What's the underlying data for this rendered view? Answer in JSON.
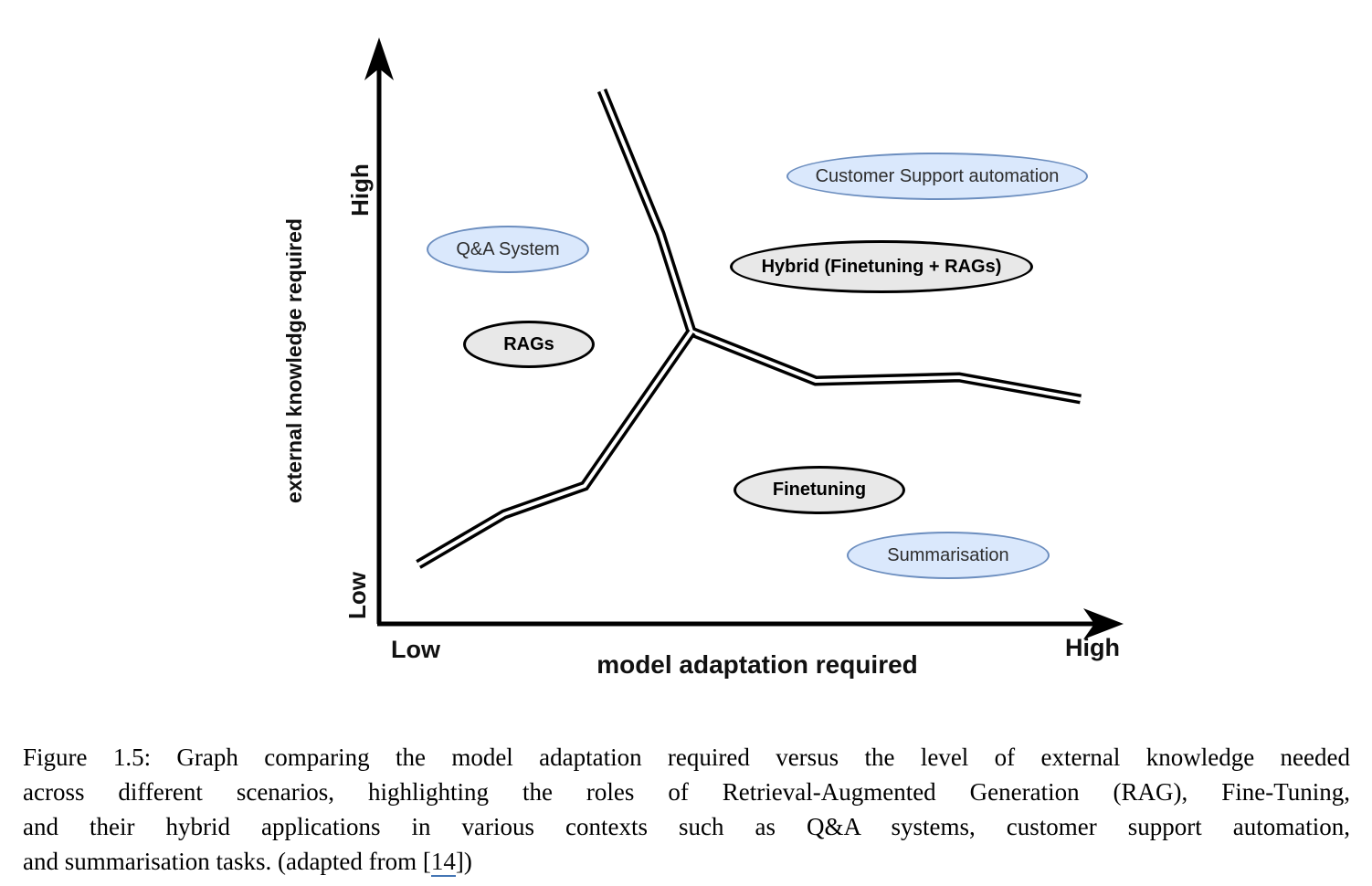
{
  "figure": {
    "axes": {
      "y_label": "external knowledge required",
      "y_high": "High",
      "y_low": "Low",
      "x_label": "model adaptation required",
      "x_low": "Low",
      "x_high": "High"
    },
    "nodes": [
      {
        "label": "Q&A System",
        "style": "blue"
      },
      {
        "label": "Customer Support automation",
        "style": "blue"
      },
      {
        "label": "Hybrid (Finetuning + RAGs)",
        "style": "gray"
      },
      {
        "label": "RAGs",
        "style": "gray"
      },
      {
        "label": "Finetuning",
        "style": "gray"
      },
      {
        "label": "Summarisation",
        "style": "blue"
      }
    ],
    "colors": {
      "blue_fill": "#dae8fc",
      "blue_stroke": "#6c8ebf",
      "gray_fill": "#e8e8e8",
      "gray_stroke": "#000000",
      "axis_line": "#000000",
      "citation_underline": "#4576b5"
    }
  },
  "caption": {
    "line1": "Figure 1.5: Graph comparing the model adaptation required versus the level of external knowledge needed",
    "line2": "across different scenarios, highlighting the roles of Retrieval-Augmented Generation (RAG), Fine-Tuning,",
    "line3": "and their hybrid applications in various contexts such as Q&A systems, customer support automation,",
    "line4_pre": "and summarisation tasks. (adapted from [",
    "citation": "14",
    "line4_post": "])"
  }
}
